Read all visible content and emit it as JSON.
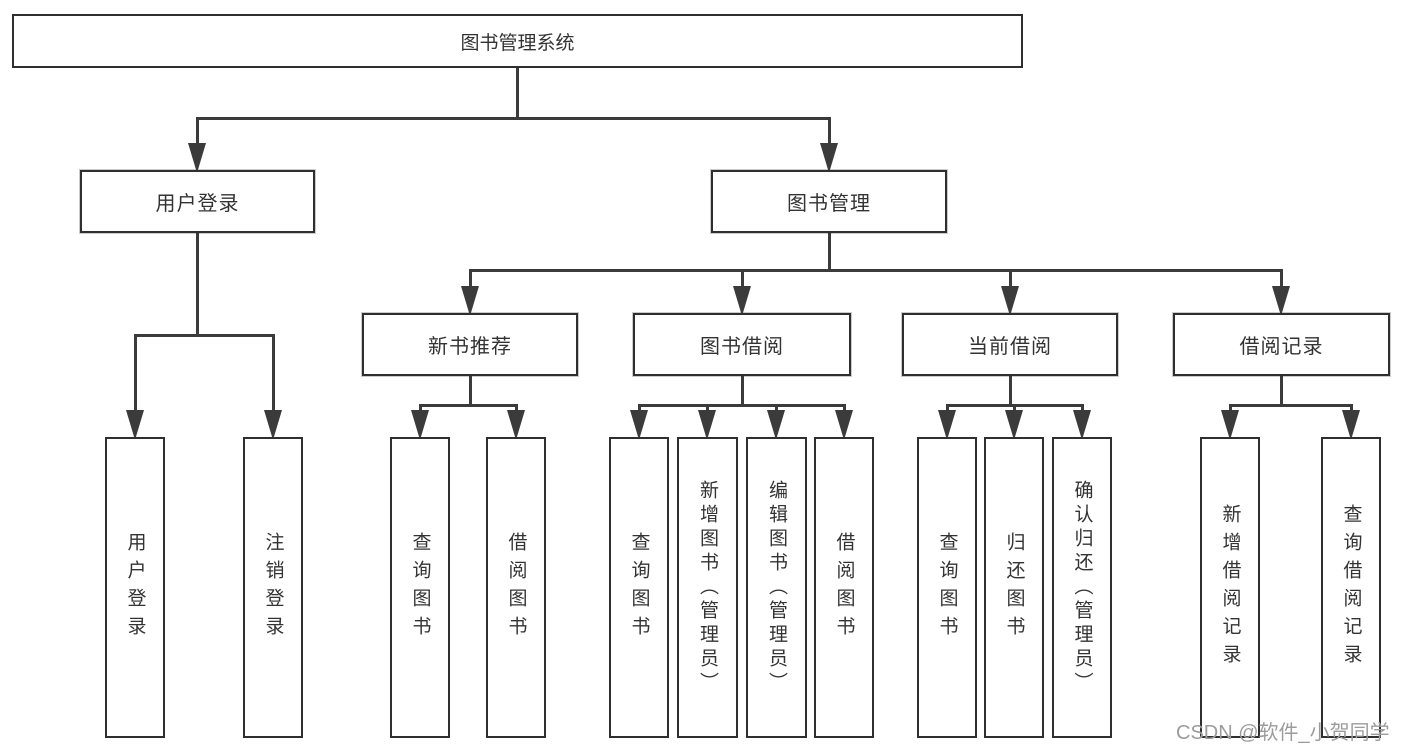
{
  "diagram": {
    "root": {
      "label": "图书管理系统"
    },
    "level2": [
      {
        "label": "用户登录"
      },
      {
        "label": "图书管理"
      }
    ],
    "level3": [
      {
        "label": "新书推荐"
      },
      {
        "label": "图书借阅"
      },
      {
        "label": "当前借阅"
      },
      {
        "label": "借阅记录"
      }
    ],
    "leaves": {
      "user_login": [
        "用户登录",
        "注销登录"
      ],
      "new_book_recommend": [
        "查询图书",
        "借阅图书"
      ],
      "book_borrow": [
        "查询图书",
        "新增图书（管理员）",
        "编辑图书（管理员）",
        "借阅图书"
      ],
      "current_borrow": [
        "查询图书",
        "归还图书",
        "确认归还（管理员）"
      ],
      "borrow_records": [
        "新增借阅记录",
        "查询借阅记录"
      ]
    },
    "watermark": "CSDN @软件_小贺同学",
    "colors": {
      "line": "#3b3b3b",
      "box_border": "#2f2f2f",
      "box_fill": "#ffffff",
      "text": "#333333",
      "watermark": "#9c9c9c"
    }
  }
}
